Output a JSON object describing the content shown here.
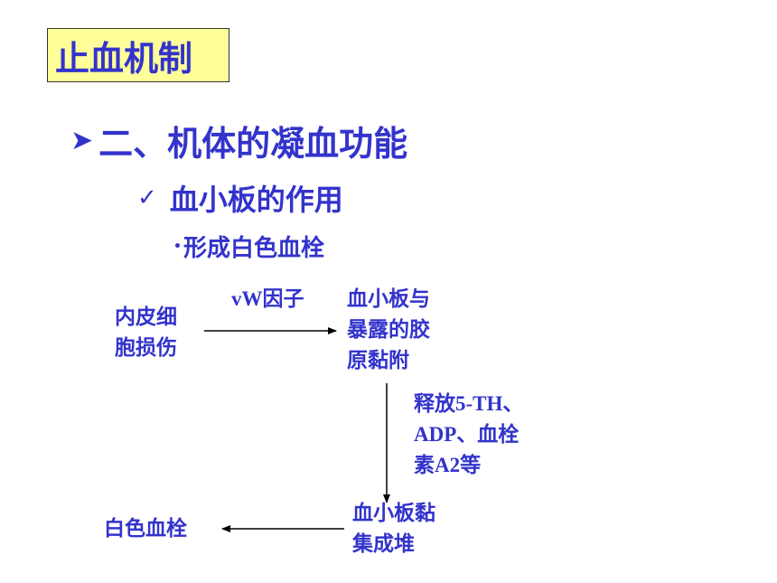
{
  "title": "止血机制",
  "heading": "二、机体的凝血功能",
  "subheading": "血小板的作用",
  "subsubheading": "形成白色血栓",
  "icons": {
    "heading_bullet": "arrow-bullet-icon",
    "subheading_bullet": "check-icon",
    "subsub_bullet": "dot-icon"
  },
  "colors": {
    "text": "#3333cc",
    "title_bg": "#ffff99",
    "arrow": "#000000"
  },
  "diagram": {
    "nodes": {
      "endothelial_injury": "内皮细\n胞损伤",
      "platelet_adhesion": "血小板与\n暴露的胶\n原黏附",
      "platelet_aggregation": "血小板黏\n集成堆",
      "white_thrombus": "白色血栓"
    },
    "edge_labels": {
      "vwf": "vW因子",
      "release": "释放5-TH、\nADP、血栓\n素A2等"
    }
  }
}
